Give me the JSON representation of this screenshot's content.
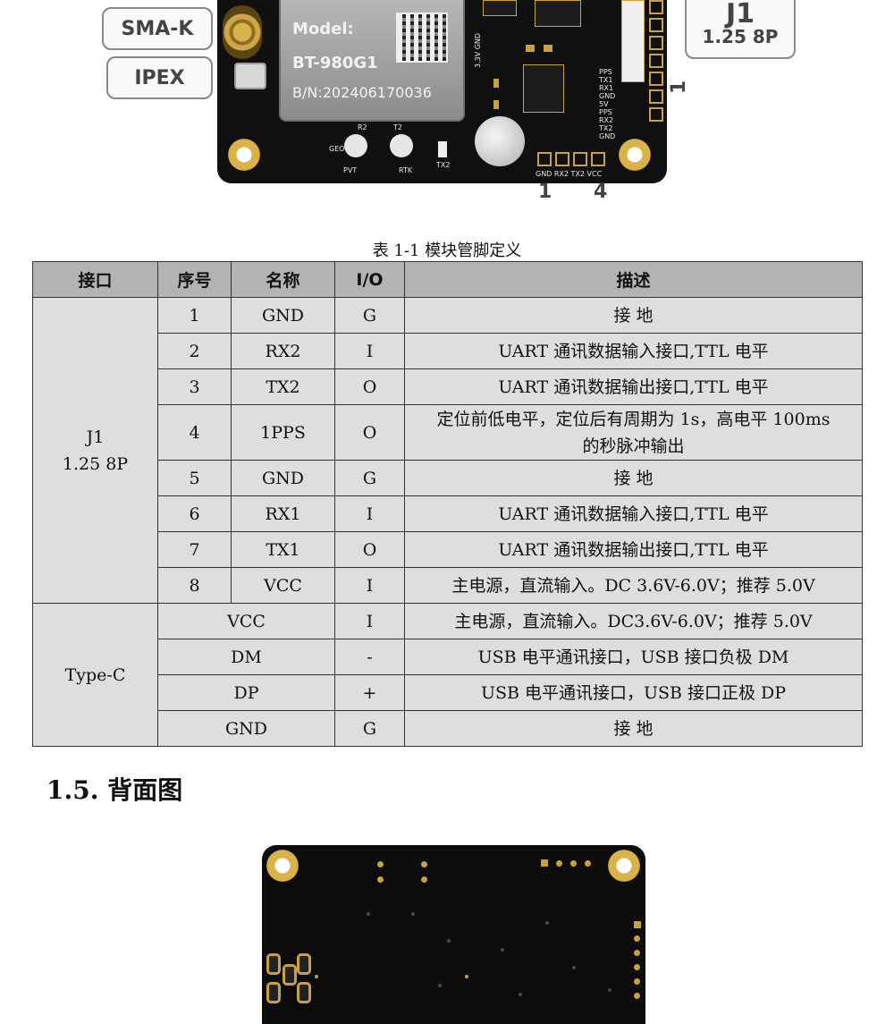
{
  "illustration": {
    "tags": {
      "sma": "SMA-K",
      "ipex": "IPEX",
      "j1_title": "J1",
      "j1_sub": "1.25 8P"
    },
    "module": {
      "model_label": "Model:",
      "model": "BT-980G1",
      "bn": "B/N:202406170036"
    },
    "pcb_labels": {
      "v33": "3.3V GND",
      "pins_right": [
        "PPS",
        "TX1",
        "RX1",
        "GND",
        "5V",
        "PPS",
        "RX2",
        "TX2",
        "GND"
      ],
      "r2": "R2",
      "t2": "T2",
      "pvt": "PVT",
      "geo": "GEO",
      "rtk": "RTK",
      "tx2": "TX2",
      "bottom_header": "GND RX2 TX2 VCC"
    },
    "numbers": {
      "n1_right": "1",
      "n1_bottom": "1",
      "n4_bottom": "4"
    }
  },
  "table": {
    "caption": "表 1-1 模块管脚定义",
    "headers": [
      "接口",
      "序号",
      "名称",
      "I/O",
      "描述"
    ],
    "j1": {
      "interface_line1": "J1",
      "interface_line2": "1.25 8P",
      "rows": [
        {
          "no": "1",
          "name": "GND",
          "io": "G",
          "desc": "接 地"
        },
        {
          "no": "2",
          "name": "RX2",
          "io": "I",
          "desc": "UART 通讯数据输入接口,TTL 电平"
        },
        {
          "no": "3",
          "name": "TX2",
          "io": "O",
          "desc": "UART 通讯数据输出接口,TTL 电平"
        },
        {
          "no": "4",
          "name": "1PPS",
          "io": "O",
          "desc_line1": "定位前低电平，定位后有周期为 1s，高电平 100ms",
          "desc_line2": "的秒脉冲输出"
        },
        {
          "no": "5",
          "name": "GND",
          "io": "G",
          "desc": "接 地"
        },
        {
          "no": "6",
          "name": "RX1",
          "io": "I",
          "desc": "UART 通讯数据输入接口,TTL 电平"
        },
        {
          "no": "7",
          "name": "TX1",
          "io": "O",
          "desc": "UART 通讯数据输出接口,TTL 电平"
        },
        {
          "no": "8",
          "name": "VCC",
          "io": "I",
          "desc": "主电源，直流输入。DC 3.6V-6.0V；推荐 5.0V"
        }
      ]
    },
    "typec": {
      "interface": "Type-C",
      "rows": [
        {
          "name": "VCC",
          "io": "I",
          "desc": "主电源，直流输入。DC3.6V-6.0V；推荐 5.0V"
        },
        {
          "name": "DM",
          "io": "-",
          "desc": "USB  电平通讯接口，USB  接口负极 DM"
        },
        {
          "name": "DP",
          "io": "+",
          "desc": "USB  电平通讯接口，USB  接口正极  DP"
        },
        {
          "name": "GND",
          "io": "G",
          "desc": "接 地"
        }
      ]
    }
  },
  "section": {
    "title": "1.5. 背面图"
  }
}
